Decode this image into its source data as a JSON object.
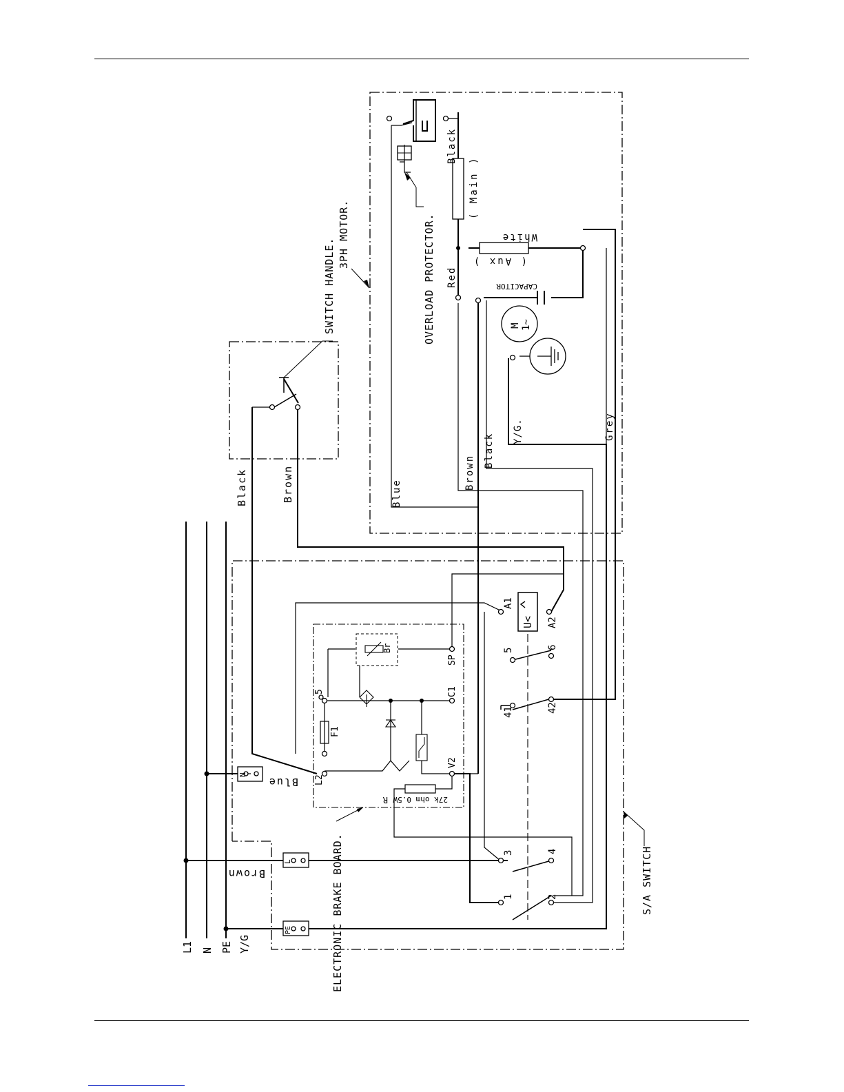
{
  "diagram": {
    "supply": {
      "l1": "L1",
      "n": "N",
      "pe": "PE"
    },
    "wires": {
      "black_handle": "Black",
      "brown_handle": "Brown",
      "blue_motor": "Blue",
      "brown_motor": "Brown",
      "black_motor": "Black",
      "yg_motor": "Y/G.",
      "grey_motor": "Grey",
      "black_main": "Black",
      "red": "Red",
      "white": "White",
      "blue_terminal": "Blue",
      "brown_terminal": "Brown",
      "yg_terminal": "Y/G"
    },
    "callouts": {
      "switch_handle": "SWITCH HANDLE.",
      "motor": "3PH MOTOR.",
      "overload": "OVERLOAD PROTECTOR.",
      "brake_board": "ELECTRONIC BRAKE BOARD.",
      "sa_switch": "S/A SWITCH"
    },
    "motor": {
      "main": "( Main )",
      "aux": "( Aux )",
      "capacitor": "CAPACITOR",
      "symbol_m": "M",
      "symbol_phase": "1~"
    },
    "board": {
      "l2": "L2",
      "v2": "V2",
      "c1": "C1",
      "sp": "SP",
      "t5": "5",
      "f1": "F1",
      "br": "Br",
      "r": "R",
      "resistor": "27k ohm 0.5W"
    },
    "terminals": {
      "n": "N",
      "l": "L",
      "pe": "PE"
    },
    "switch_contacts": {
      "a1": "A1",
      "a2": "A2",
      "uv": "U<",
      "c5": "5",
      "c6": "6",
      "c41": "41",
      "c42": "42",
      "c3": "3",
      "c4": "4",
      "c1": "1",
      "c2": "2"
    }
  }
}
